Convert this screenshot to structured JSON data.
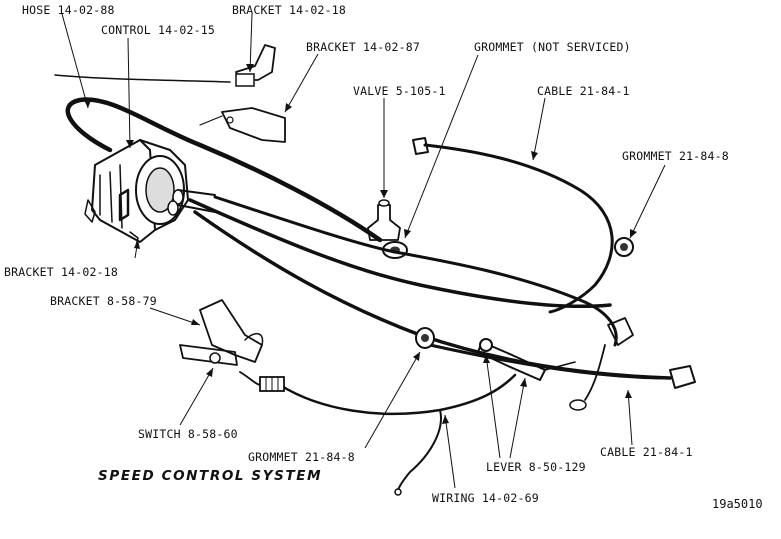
{
  "diagram": {
    "title": "SPEED CONTROL SYSTEM",
    "figure_id": "19a5010",
    "labels": {
      "hose": "HOSE 14-02-88",
      "control": "CONTROL 14-02-15",
      "bracket_top": "BRACKET 14-02-18",
      "bracket_87": "BRACKET 14-02-87",
      "grommet_not_serviced": "GROMMET (NOT SERVICED)",
      "valve": "VALVE 5-105-1",
      "cable_top": "CABLE 21-84-1",
      "grommet_right": "GROMMET 21-84-8",
      "bracket_left": "BRACKET 14-02-18",
      "bracket_switch": "BRACKET 8-58-79",
      "switch": "SWITCH 8-58-60",
      "grommet_bottom": "GROMMET 21-84-8",
      "lever": "LEVER 8-50-129",
      "cable_bottom": "CABLE 21-84-1",
      "wiring": "WIRING 14-02-69"
    }
  }
}
